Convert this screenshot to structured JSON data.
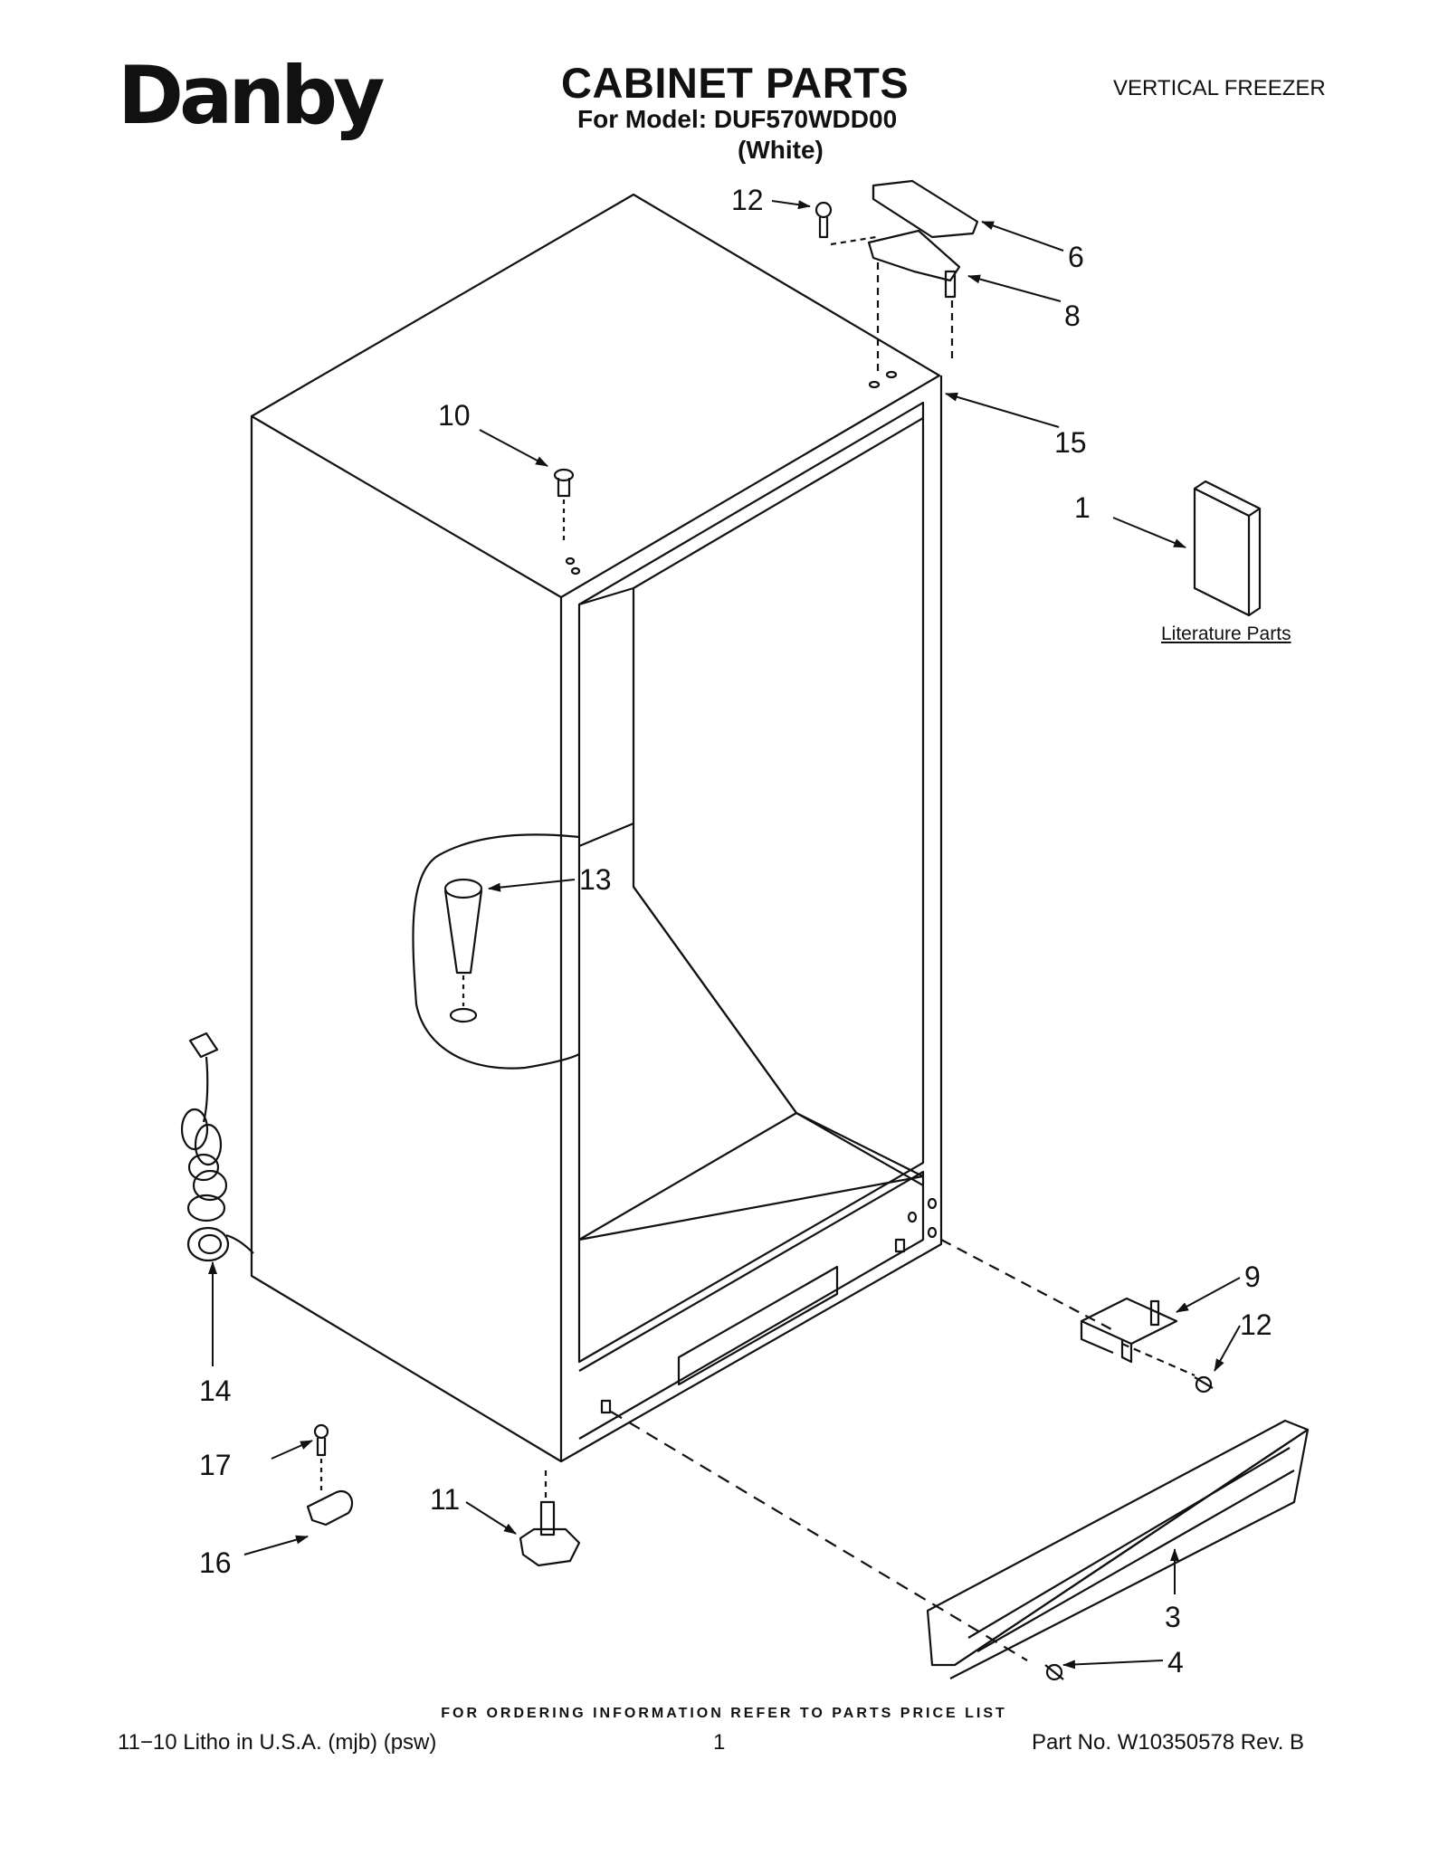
{
  "header": {
    "brand": "Danby",
    "title": "CABINET PARTS",
    "model_line": "For Model: DUF570WDD00",
    "color_line": "(White)",
    "product_type": "VERTICAL FREEZER"
  },
  "diagram": {
    "callouts": [
      "12",
      "6",
      "8",
      "10",
      "15",
      "1",
      "13",
      "9",
      "12",
      "14",
      "17",
      "11",
      "16",
      "3",
      "4"
    ],
    "literature_label": "Literature Parts"
  },
  "footer": {
    "ordering_note": "FOR ORDERING INFORMATION REFER TO PARTS PRICE LIST",
    "print_info": "11−10 Litho in U.S.A. (mjb) (psw)",
    "page_number": "1",
    "part_number": "Part No. W10350578 Rev. B"
  }
}
